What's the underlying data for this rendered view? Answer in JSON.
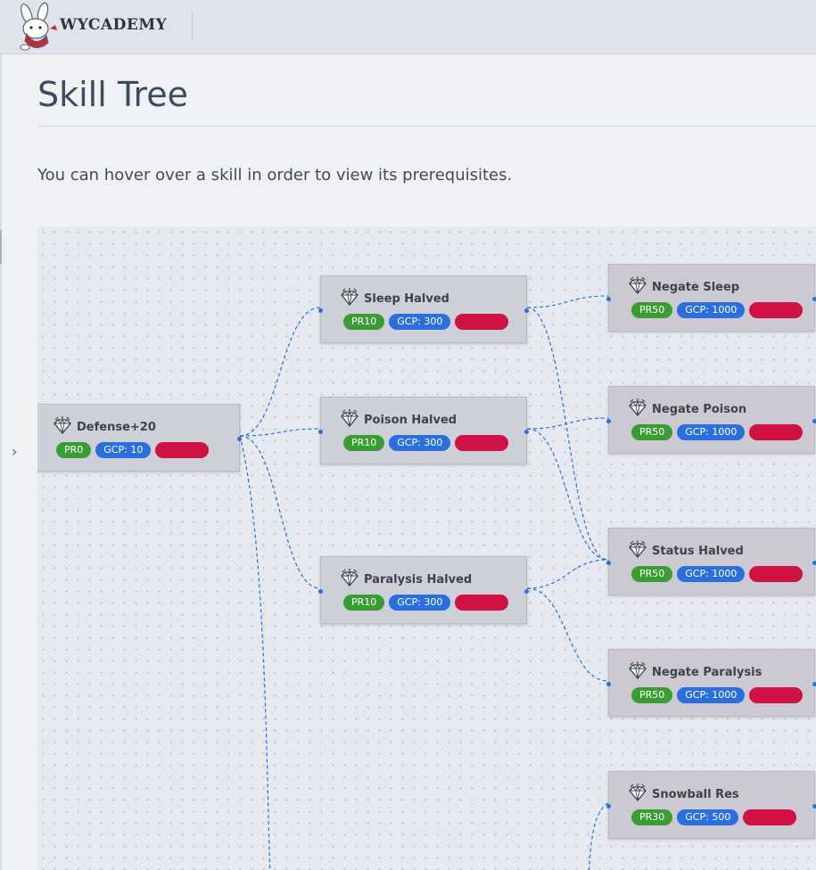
{
  "header": {
    "brand": "WYCADEMY",
    "toggle_glyph": "›"
  },
  "page": {
    "title": "Skill Tree",
    "intro": "You can hover over a skill in order to view its prerequisites."
  },
  "colors": {
    "pr_badge": "#3a9d34",
    "gcp_badge": "#2a6fdc",
    "cost_badge": "#cf1144",
    "edge": "#2a6fdc"
  },
  "skills": [
    {
      "name": "Defense+20",
      "pr": "PR0",
      "gcp": "GCP: 10",
      "cost": "",
      "icon": "diamond-icon"
    },
    {
      "name": "Sleep Halved",
      "pr": "PR10",
      "gcp": "GCP: 300",
      "cost": "",
      "icon": "diamond-icon"
    },
    {
      "name": "Poison Halved",
      "pr": "PR10",
      "gcp": "GCP: 300",
      "cost": "",
      "icon": "diamond-icon"
    },
    {
      "name": "Paralysis Halved",
      "pr": "PR10",
      "gcp": "GCP: 300",
      "cost": "",
      "icon": "diamond-icon"
    },
    {
      "name": "Negate Sleep",
      "pr": "PR50",
      "gcp": "GCP: 1000",
      "cost": "",
      "icon": "diamond-icon"
    },
    {
      "name": "Negate Poison",
      "pr": "PR50",
      "gcp": "GCP: 1000",
      "cost": "",
      "icon": "diamond-icon"
    },
    {
      "name": "Status Halved",
      "pr": "PR50",
      "gcp": "GCP: 1000",
      "cost": "",
      "icon": "diamond-icon"
    },
    {
      "name": "Negate Paralysis",
      "pr": "PR50",
      "gcp": "GCP: 1000",
      "cost": "",
      "icon": "diamond-icon"
    },
    {
      "name": "Snowball Res",
      "pr": "PR30",
      "gcp": "GCP: 500",
      "cost": "",
      "icon": "diamond-icon"
    }
  ],
  "connections": [
    [
      "Defense+20",
      "Sleep Halved"
    ],
    [
      "Defense+20",
      "Poison Halved"
    ],
    [
      "Defense+20",
      "Paralysis Halved"
    ],
    [
      "Sleep Halved",
      "Negate Sleep"
    ],
    [
      "Sleep Halved",
      "Status Halved"
    ],
    [
      "Poison Halved",
      "Negate Poison"
    ],
    [
      "Poison Halved",
      "Status Halved"
    ],
    [
      "Paralysis Halved",
      "Status Halved"
    ],
    [
      "Paralysis Halved",
      "Negate Paralysis"
    ]
  ]
}
